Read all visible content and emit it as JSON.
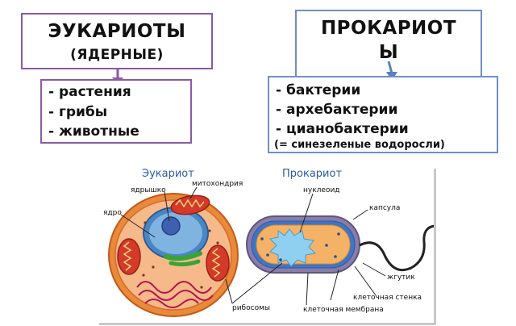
{
  "eukaryotes_box": {
    "title": "ЭУКАРИОТЫ",
    "subtitle": "(ЯДЕРНЫЕ)",
    "items": [
      "- растения",
      "- грибы",
      "- животные"
    ]
  },
  "prokaryotes_box": {
    "title_line1": "ПРОКАРИОТ",
    "title_line2": "Ы",
    "items": [
      "- бактерии",
      "- архебактерии",
      "- цианобактерии"
    ],
    "note": "(= синезеленые водоросли)"
  },
  "diagram": {
    "heading_eukaryote": "Эукариот",
    "heading_prokaryote": "Прокариот",
    "labels": {
      "nucleolus": "ядрышко",
      "mitochondrion": "митохондрия",
      "nucleus": "ядро",
      "nucleoid": "нуклеоид",
      "capsule": "капсула",
      "flagellum": "жгутик",
      "cell_wall": "клеточная стенка",
      "ribosomes": "рибосомы",
      "cell_membrane": "клеточная мембрана"
    }
  },
  "colors": {
    "purple_border": "#8a5aa4",
    "blue_border": "#6f8fc7",
    "heading_blue": "#2a5aa8"
  }
}
